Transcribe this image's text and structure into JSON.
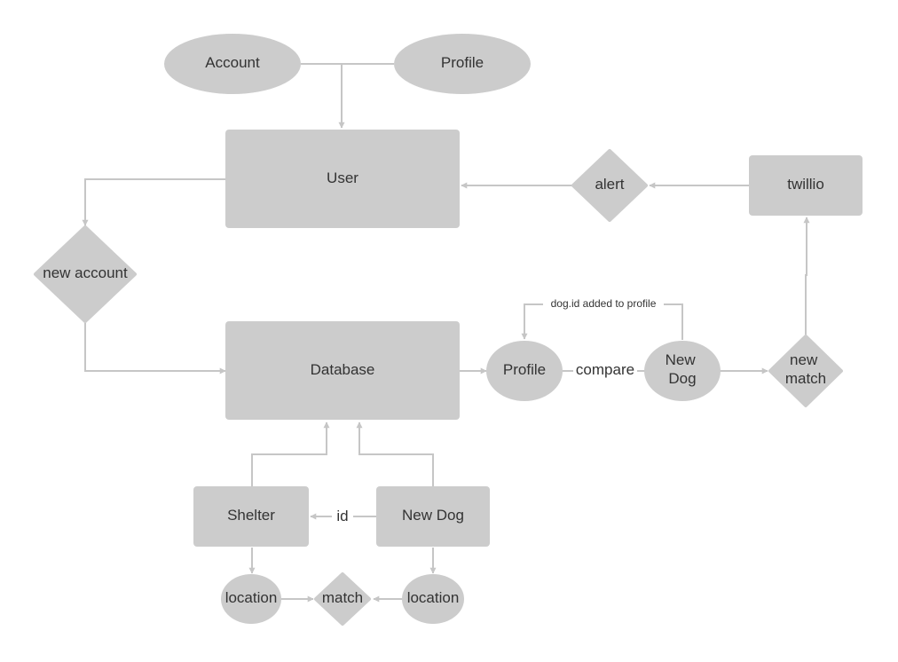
{
  "diagram": {
    "nodes": {
      "account": "Account",
      "profile_top": "Profile",
      "user": "User",
      "alert": "alert",
      "twillio": "twillio",
      "new_account": "new account",
      "database": "Database",
      "profile_mid": "Profile",
      "new_dog_mid": [
        "New",
        "Dog"
      ],
      "new_match": [
        "new",
        "match"
      ],
      "shelter": "Shelter",
      "new_dog_bottom": "New Dog",
      "location_left": "location",
      "match": "match",
      "location_right": "location"
    },
    "edge_labels": {
      "dog_id_added": "dog.id added to profile",
      "compare": "compare",
      "id": "id"
    }
  },
  "colors": {
    "shape_fill": "#cccccc",
    "edge": "#c6c6c6",
    "text": "#333333",
    "background": "#ffffff"
  }
}
